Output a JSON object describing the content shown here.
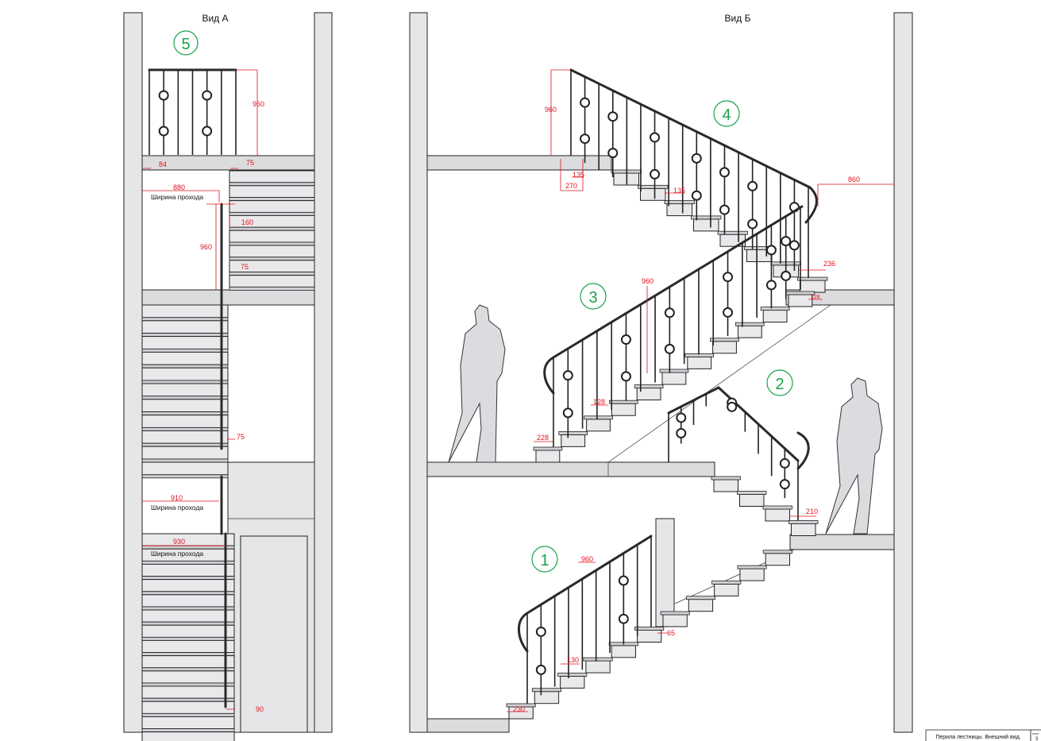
{
  "views": {
    "a_title": "Вид А",
    "b_title": "Вид Б"
  },
  "markers": [
    "5",
    "4",
    "3",
    "2",
    "1"
  ],
  "dimensions_a": [
    "84",
    "75",
    "960",
    "880",
    "160",
    "960",
    "75",
    "75",
    "910",
    "930",
    "90"
  ],
  "labels_a": {
    "passage": "Ширина прохода"
  },
  "dimensions_b": [
    "960",
    "135",
    "270",
    "135",
    "860",
    "236",
    "228",
    "960",
    "128",
    "228",
    "210",
    "960",
    "65",
    "130",
    "230"
  ],
  "title_block": {
    "title": "Перила лестницы. Внешний вид.",
    "sheet_label": "лист",
    "sheet": "3"
  }
}
